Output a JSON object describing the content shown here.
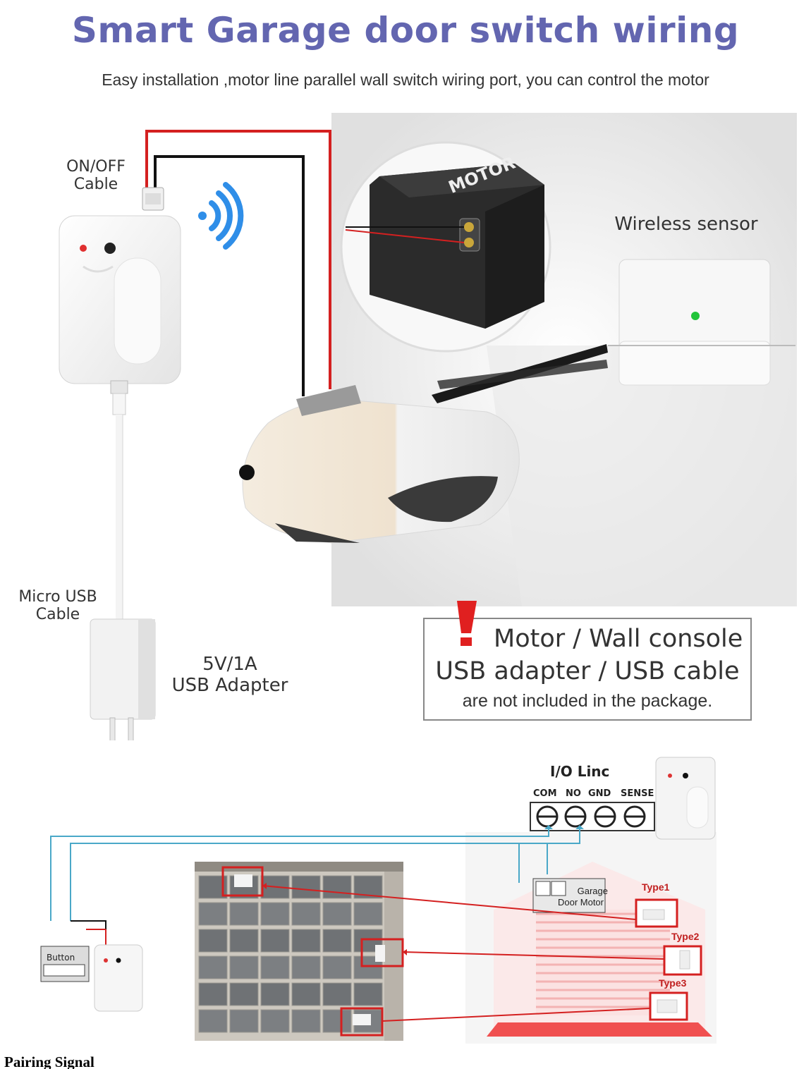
{
  "header": {
    "title": "Smart Garage door switch wiring",
    "subtitle": "Easy installation ,motor line parallel wall switch wiring port, you can control the motor"
  },
  "labels": {
    "onoff_line1": "ON/OFF",
    "onoff_line2": "Cable",
    "motor": "MOTOR",
    "wireless_sensor": "Wireless sensor",
    "micro_usb_line1": "Micro USB",
    "micro_usb_line2": "Cable",
    "adapter_line1": "5V/1A",
    "adapter_line2": "USB Adapter"
  },
  "notice": {
    "line1": "Motor / Wall  console",
    "line2": "USB adapter / USB cable",
    "line3": "are not included in the package."
  },
  "wiring": {
    "io_title": "I/O Linc",
    "terminals": [
      "COM",
      "NO",
      "GND",
      "SENSE"
    ],
    "button_label": "Button",
    "motor_label_line1": "Garage",
    "motor_label_line2": "Door Motor",
    "types": [
      "Type1",
      "Type2",
      "Type3"
    ]
  },
  "footer": {
    "caption": "Pairing Signal"
  },
  "colors": {
    "title": "#6366b0",
    "wire_red": "#d42020",
    "wire_blue": "#4aa8c8",
    "led_green": "#22c43a"
  }
}
